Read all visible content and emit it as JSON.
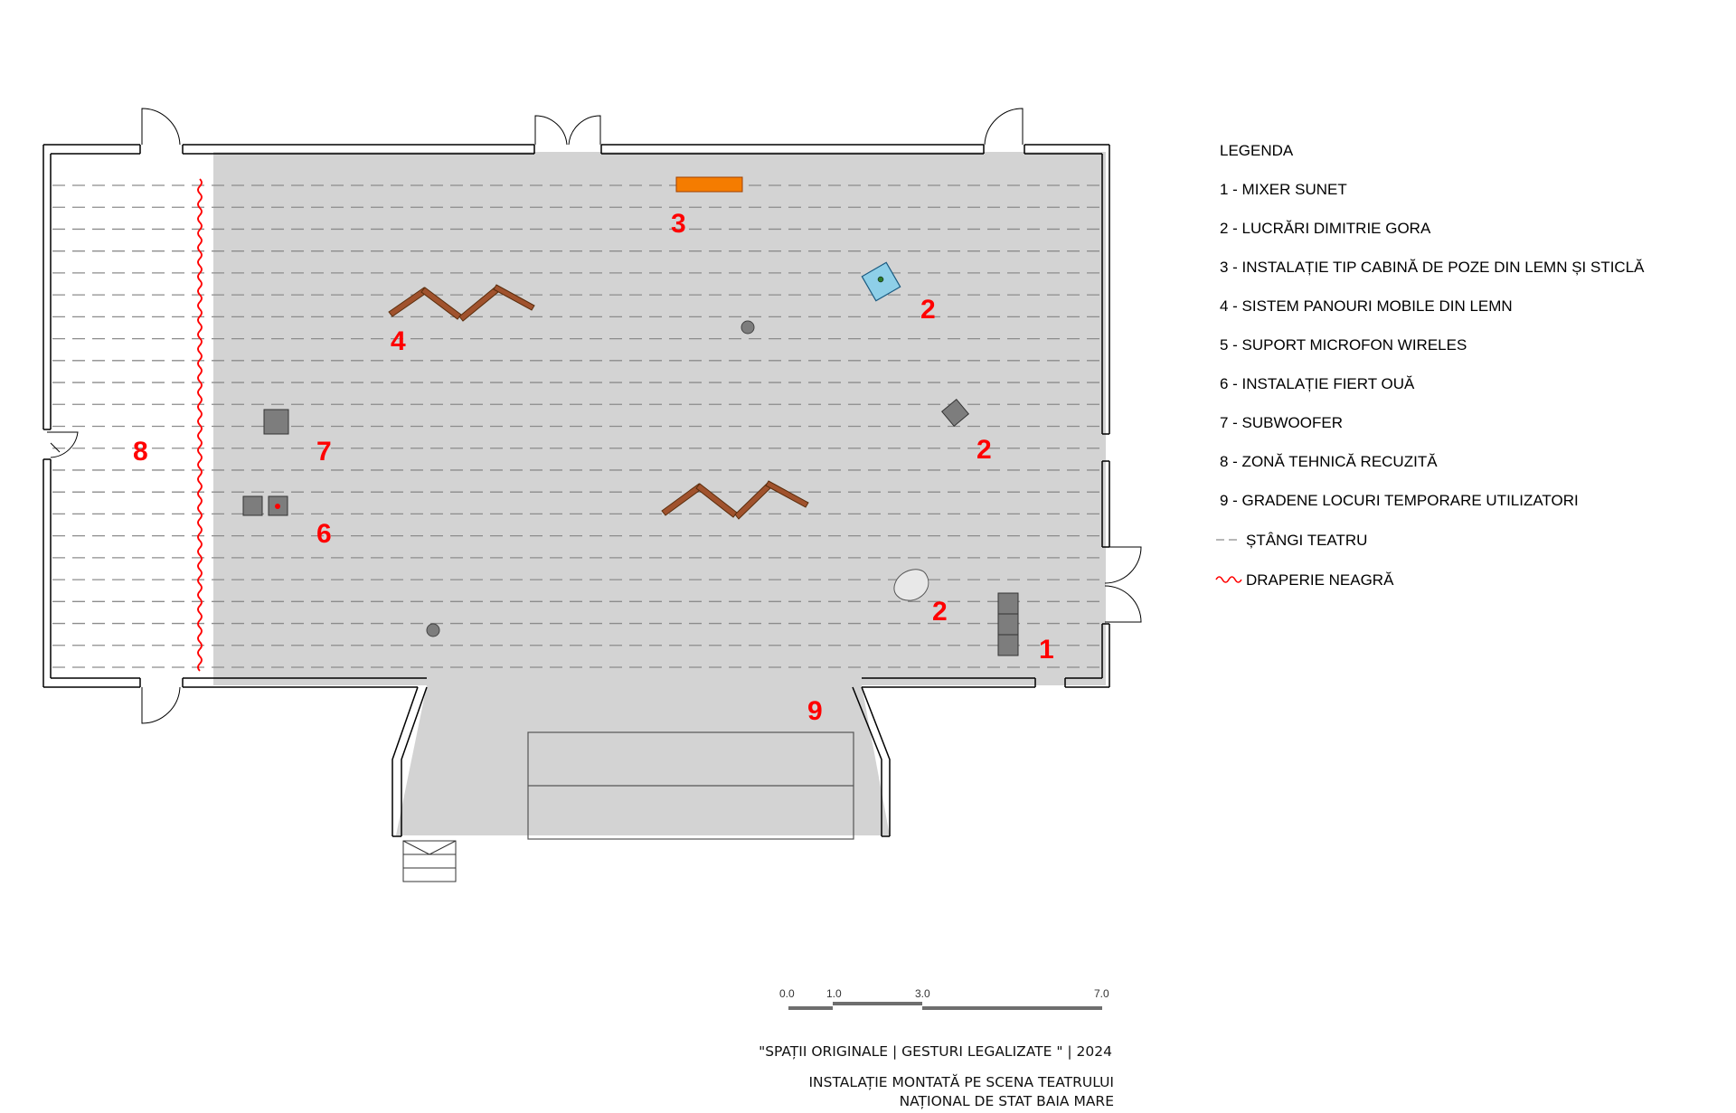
{
  "colors": {
    "floor": "#d3d3d3",
    "wall": "#000000",
    "marker": "#ff0000",
    "booth": "#f57c00",
    "panel": "#a0522d",
    "artwork_square": "#8ecfe8",
    "equipment": "#7d7d7d",
    "bar_dash": "#8c8c8c"
  },
  "markers": {
    "m1": "1",
    "m2a": "2",
    "m2b": "2",
    "m2c": "2",
    "m3": "3",
    "m4": "4",
    "m6": "6",
    "m7": "7",
    "m8": "8",
    "m9": "9"
  },
  "legend": {
    "title": "LEGENDA",
    "items": [
      "1 - MIXER SUNET",
      "2 - LUCRĂRI DIMITRIE GORA",
      "3 - INSTALAȚIE TIP CABINĂ DE POZE DIN LEMN ȘI STICLĂ",
      "4 - SISTEM PANOURI MOBILE DIN LEMN",
      "5 - SUPORT MICROFON WIRELES",
      "6 - INSTALAȚIE FIERT OUĂ",
      "7 - SUBWOOFER",
      "8 - ZONĂ TEHNICĂ RECUZITĂ",
      "9 - GRADENE LOCURI TEMPORARE UTILIZATORI"
    ],
    "bars_label": "ȘTÂNGI TEATRU",
    "curtain_label": "DRAPERIE NEAGRĂ",
    "bars_icon": "dashed-line-icon",
    "curtain_icon": "red-wave-icon"
  },
  "scale_bar": {
    "labels": [
      "0.0",
      "1.0",
      "3.0",
      "7.0"
    ]
  },
  "caption": {
    "line1": "\"SPAȚII ORIGINALE | GESTURI LEGALIZATE \" | 2024",
    "line2": "INSTALAȚIE MONTATĂ PE SCENA TEATRULUI",
    "line3": "NAȚIONAL DE STAT BAIA MARE"
  }
}
